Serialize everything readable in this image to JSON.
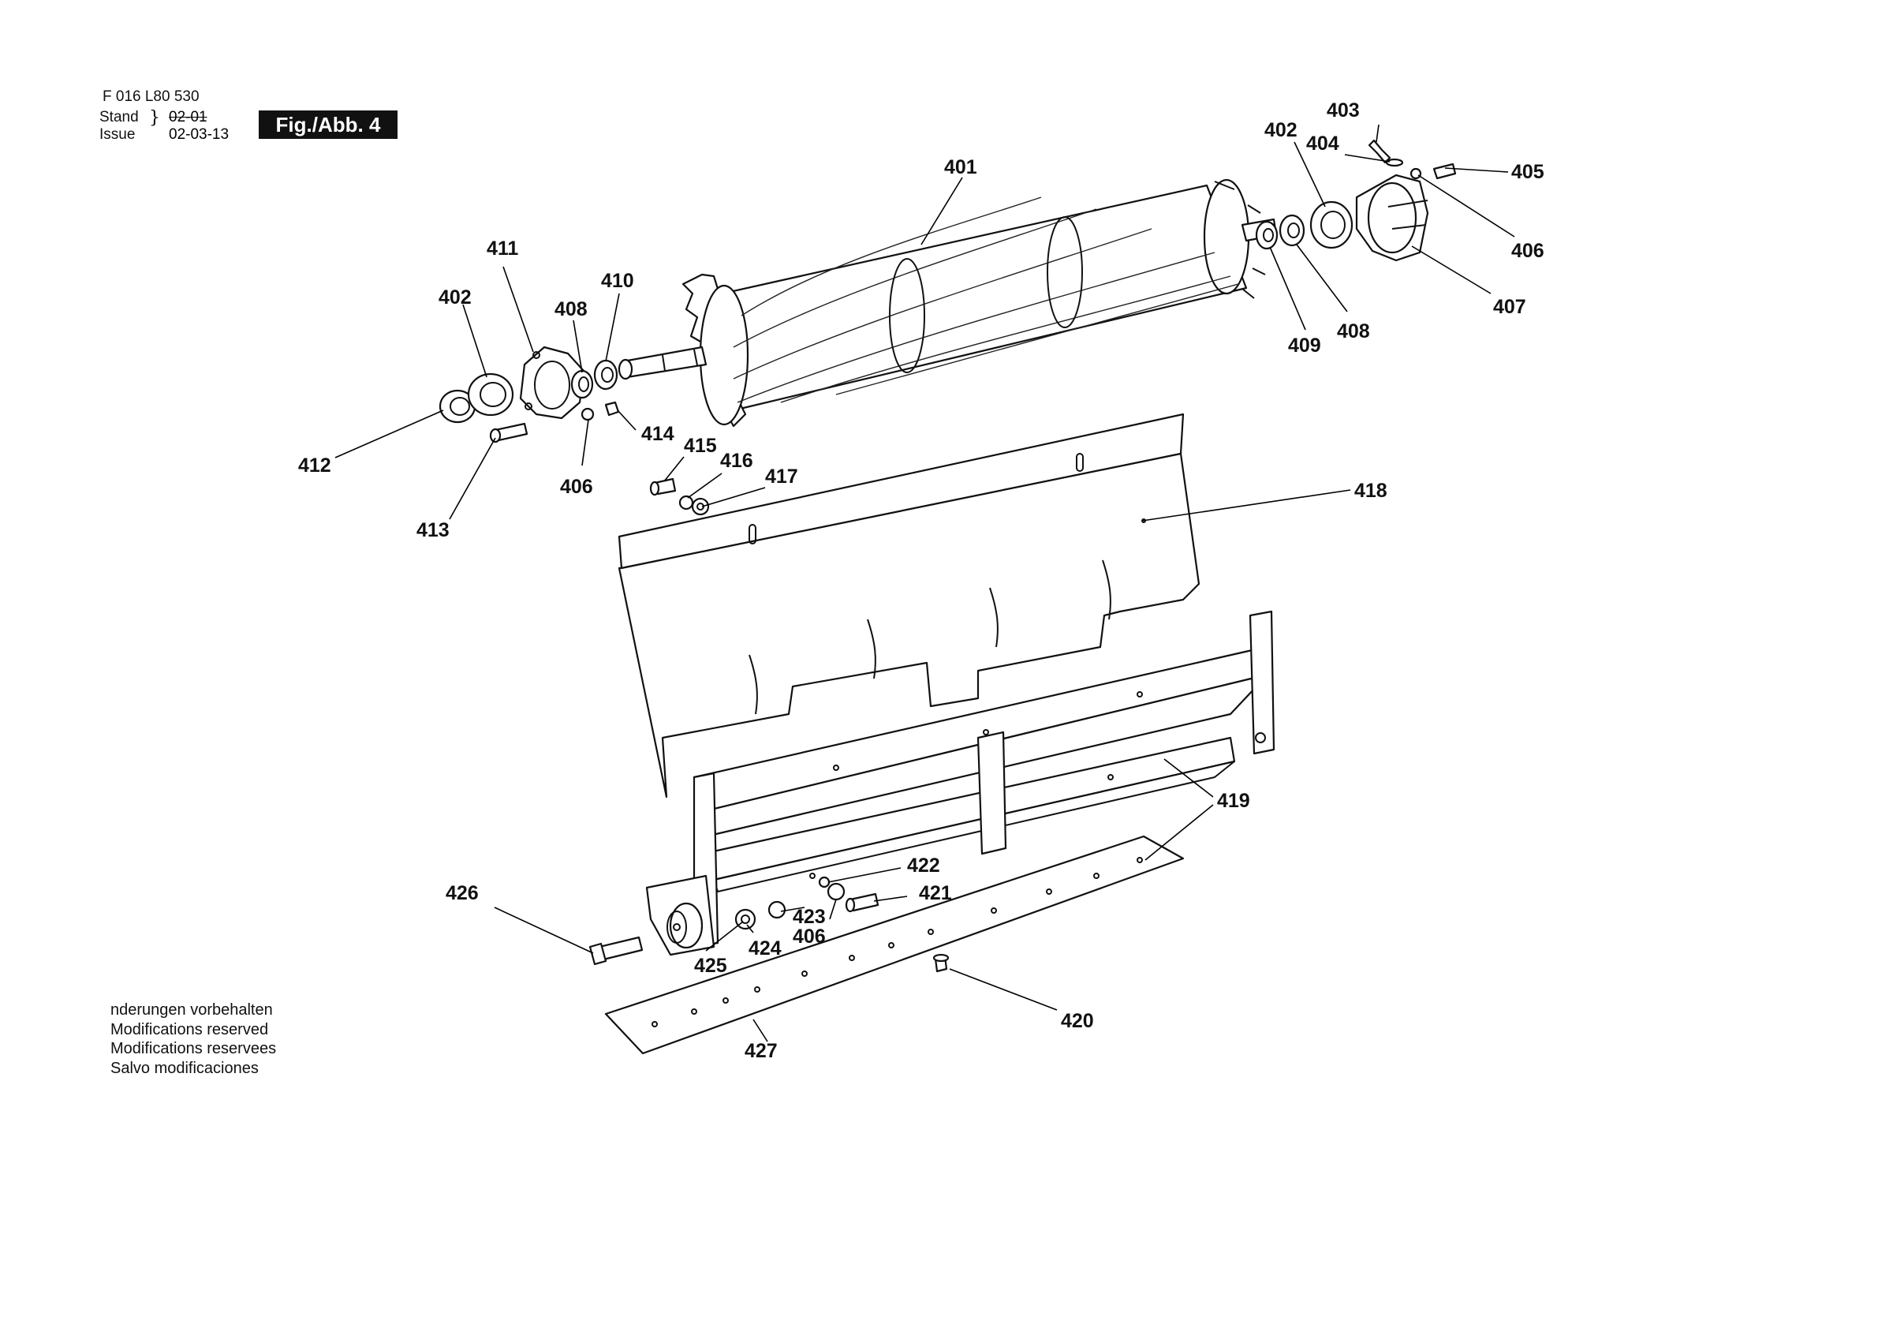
{
  "header": {
    "doc_code": "F 016 L80 530",
    "stand_label": "Stand",
    "issue_label": "Issue",
    "stand_old_date": "02-01",
    "issue_date": "02-03-13",
    "figure_label": "Fig./Abb. 4"
  },
  "notes": {
    "line1": "nderungen vorbehalten",
    "line2": "Modifications reserved",
    "line3": "Modifications reservees",
    "line4": "Salvo modificaciones"
  },
  "callouts": {
    "c401": "401",
    "c402a": "402",
    "c402b": "402",
    "c403": "403",
    "c404": "404",
    "c405": "405",
    "c406a": "406",
    "c406b": "406",
    "c406c": "406",
    "c407": "407",
    "c408a": "408",
    "c408b": "408",
    "c409": "409",
    "c410": "410",
    "c411": "411",
    "c412": "412",
    "c413": "413",
    "c414": "414",
    "c415": "415",
    "c416": "416",
    "c417": "417",
    "c418": "418",
    "c419": "419",
    "c420": "420",
    "c421": "421",
    "c422": "422",
    "c423": "423",
    "c424": "424",
    "c425": "425",
    "c426": "426",
    "c427": "427"
  }
}
